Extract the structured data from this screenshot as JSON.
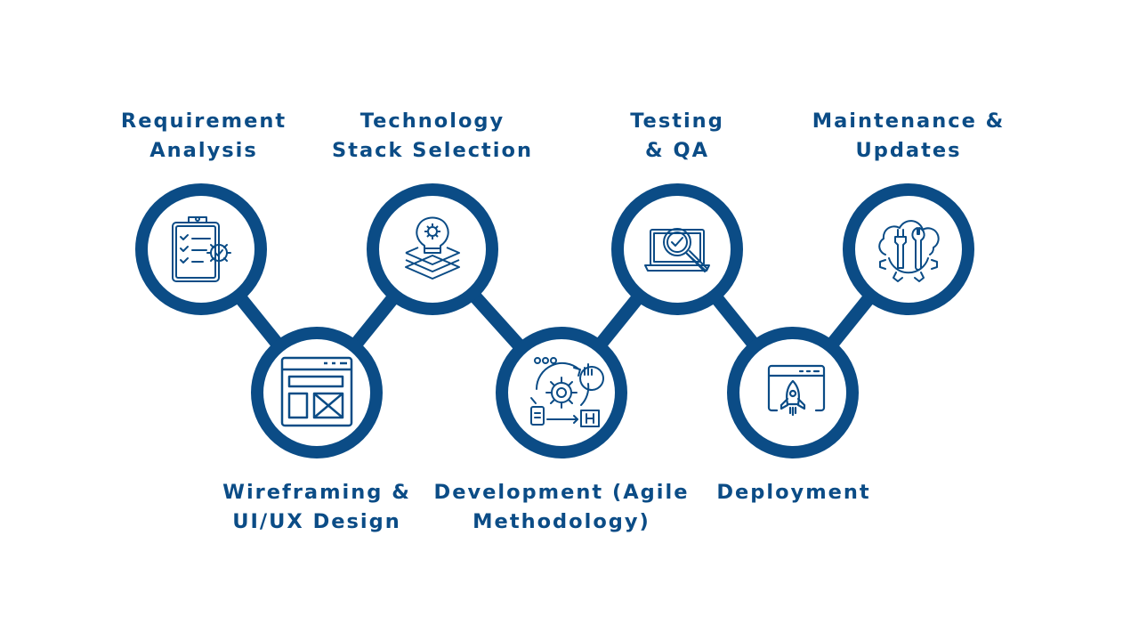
{
  "colors": {
    "accent": "#0b4c86",
    "background": "#ffffff"
  },
  "steps": [
    {
      "id": "requirement",
      "icon": "clipboard-checklist-gear-icon",
      "label": [
        "Requirement",
        "Analysis"
      ]
    },
    {
      "id": "wireframing",
      "icon": "wireframe-browser-icon",
      "label": [
        "Wireframing &",
        "UI/UX Design"
      ]
    },
    {
      "id": "technology",
      "icon": "lightbulb-layers-icon",
      "label": [
        "Technology",
        "Stack Selection"
      ]
    },
    {
      "id": "development",
      "icon": "agile-cycle-gear-icon",
      "label": [
        "Development (Agile",
        "Methodology)"
      ]
    },
    {
      "id": "testing",
      "icon": "laptop-magnifier-check-icon",
      "label": [
        "Testing",
        "& QA"
      ]
    },
    {
      "id": "deployment",
      "icon": "browser-rocket-icon",
      "label": [
        "Deployment"
      ]
    },
    {
      "id": "maintenance",
      "icon": "tools-gear-cloud-icon",
      "label": [
        "Maintenance &",
        "Updates"
      ]
    }
  ]
}
